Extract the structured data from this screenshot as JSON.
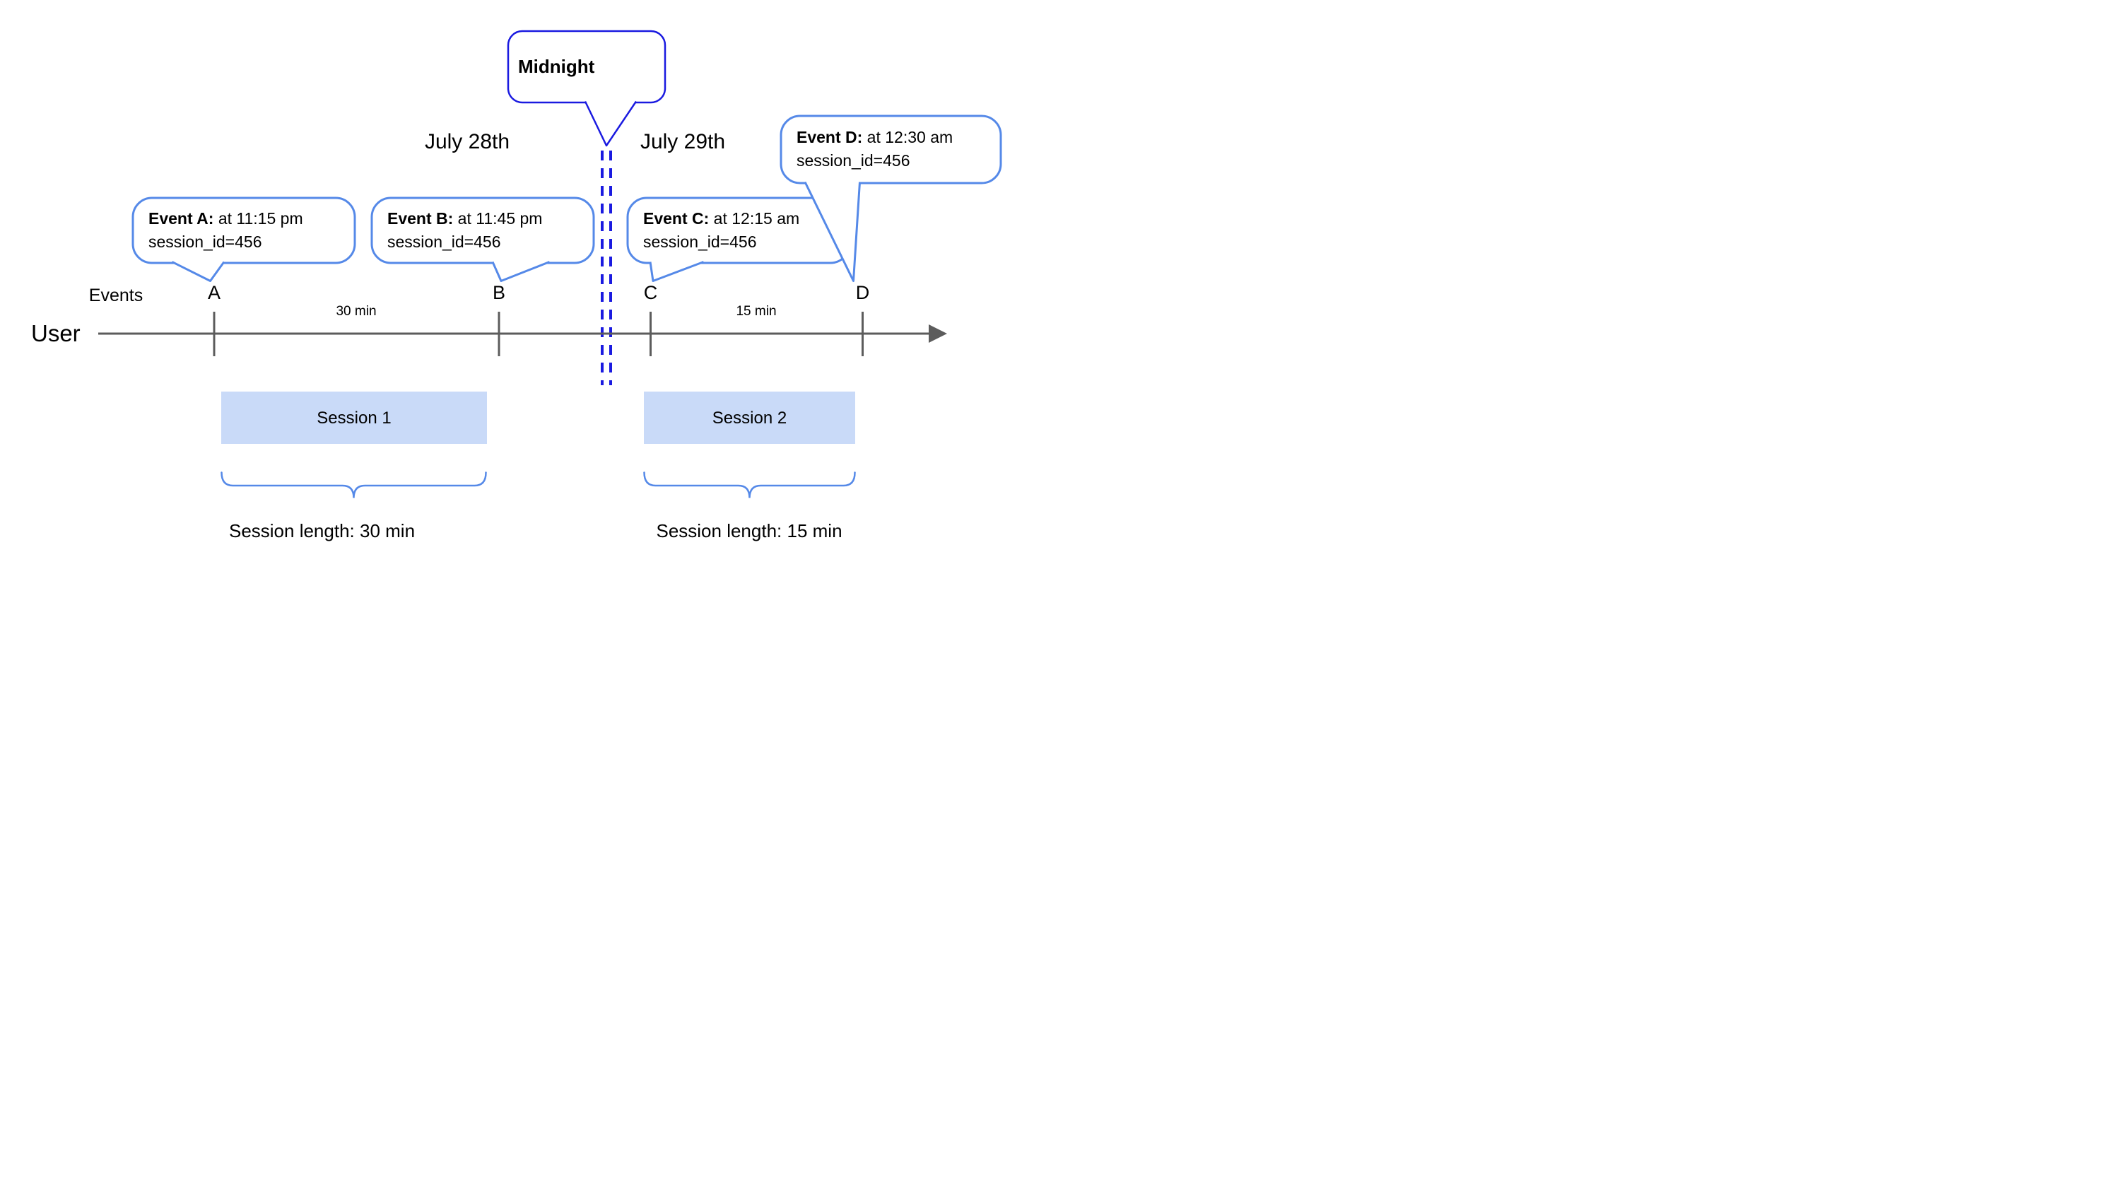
{
  "colors": {
    "strong_blue": "#1a1ae0",
    "cornflower_blue": "#5589e8",
    "session_fill": "#c9daf8",
    "axis_gray": "#5c5c5c",
    "text": "#000000",
    "background": "#ffffff"
  },
  "midnight": {
    "label": "Midnight"
  },
  "dates": {
    "left": "July 28th",
    "right": "July 29th"
  },
  "callouts": {
    "events": [
      {
        "id": "A",
        "title": "Event A:",
        "time": " at 11:15 pm",
        "session": "session_id=456"
      },
      {
        "id": "B",
        "title": "Event B:",
        "time": " at 11:45 pm",
        "session": "session_id=456"
      },
      {
        "id": "C",
        "title": "Event C:",
        "time": " at 12:15 am",
        "session": "session_id=456"
      },
      {
        "id": "D",
        "title": "Event D:",
        "time": " at 12:30 am",
        "session": "session_id=456"
      }
    ]
  },
  "axis": {
    "events_label": "Events",
    "user_label": "User",
    "ticks": [
      "A",
      "B",
      "C",
      "D"
    ],
    "intervals": [
      {
        "label": "30 min"
      },
      {
        "label": "15 min"
      }
    ]
  },
  "sessions": [
    {
      "label": "Session 1",
      "length_label": "Session length: 30 min"
    },
    {
      "label": "Session 2",
      "length_label": "Session length: 15 min"
    }
  ]
}
